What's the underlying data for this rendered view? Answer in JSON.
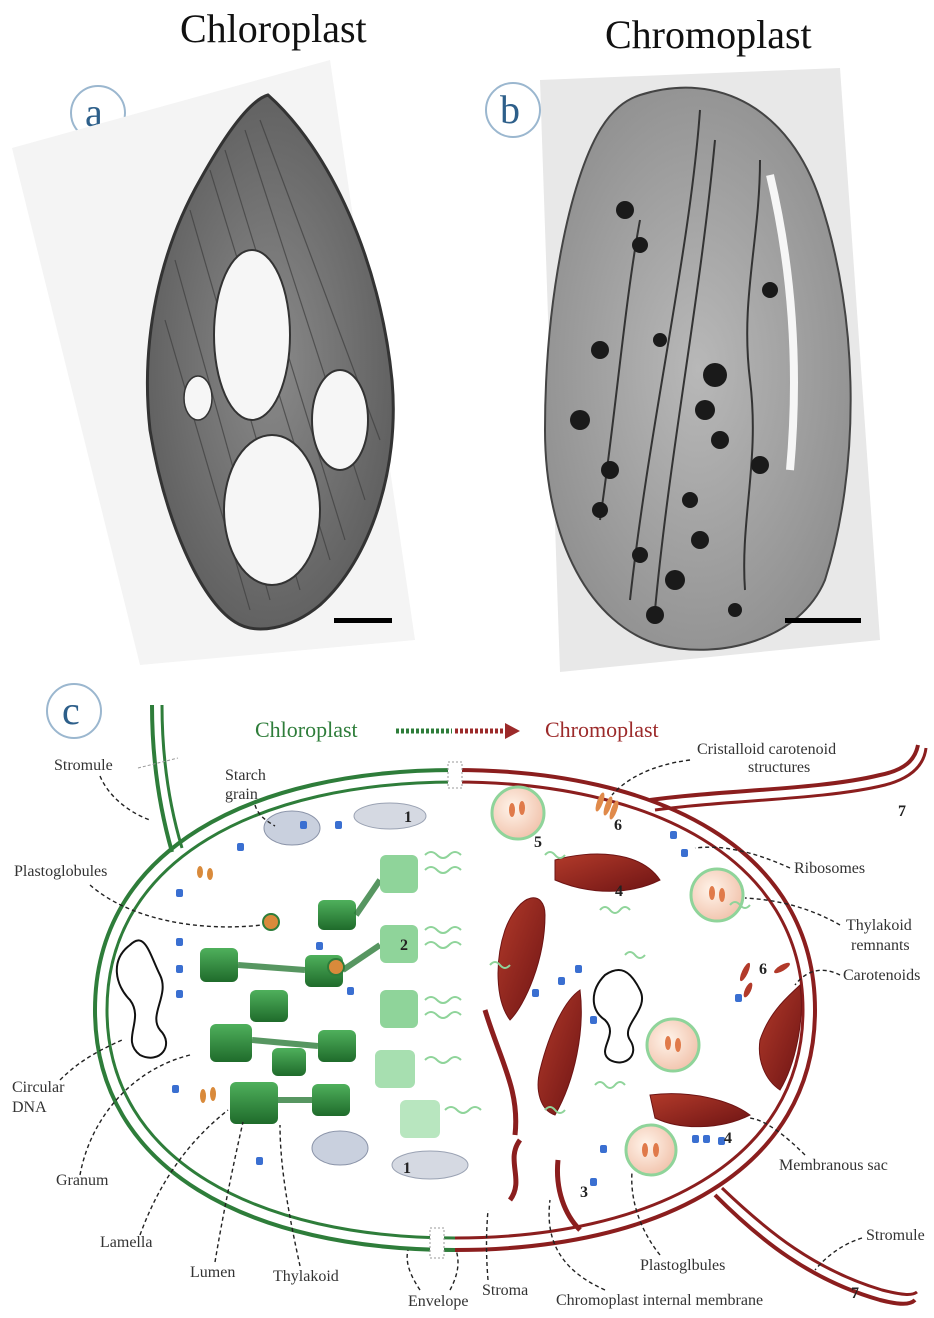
{
  "panel_a": {
    "letter": "a",
    "title": "Chloroplast"
  },
  "panel_b": {
    "letter": "b",
    "title": "Chromoplast"
  },
  "panel_c": {
    "letter": "c",
    "header_left": "Chloroplast",
    "header_right": "Chromoplast",
    "labels": {
      "stromule_left": "Stromule",
      "starch_grain_1": "Starch",
      "starch_grain_2": "grain",
      "plastoglobules": "Plastoglobules",
      "circular_dna_1": "Circular",
      "circular_dna_2": "DNA",
      "granum": "Granum",
      "lamella": "Lamella",
      "lumen": "Lumen",
      "thylakoid": "Thylakoid",
      "envelope": "Envelope",
      "stroma": "Stroma",
      "chromoplast_internal_membrane": "Chromoplast internal membrane",
      "plastoglbules": "Plastoglbules",
      "membranous_sac": "Membranous sac",
      "stromule_right": "Stromule",
      "cristalloid_1": "Cristalloid carotenoid",
      "cristalloid_2": "structures",
      "ribosomes": "Ribosomes",
      "thylakoid_remnants_1": "Thylakoid",
      "thylakoid_remnants_2": "remnants",
      "carotenoids": "Carotenoids"
    },
    "numbers": {
      "n1_top": "1",
      "n1_bottom": "1",
      "n2": "2",
      "n3": "3",
      "n4_top": "4",
      "n4_bottom": "4",
      "n5": "5",
      "n6_top": "6",
      "n6_right": "6",
      "n7_top": "7",
      "n7_bottom": "7"
    },
    "colors": {
      "chloroplast_green": "#2e7d3a",
      "chromoplast_red": "#8b1e1e",
      "light_green": "#8fd49a",
      "ribosome_blue": "#3a6fd1"
    }
  }
}
